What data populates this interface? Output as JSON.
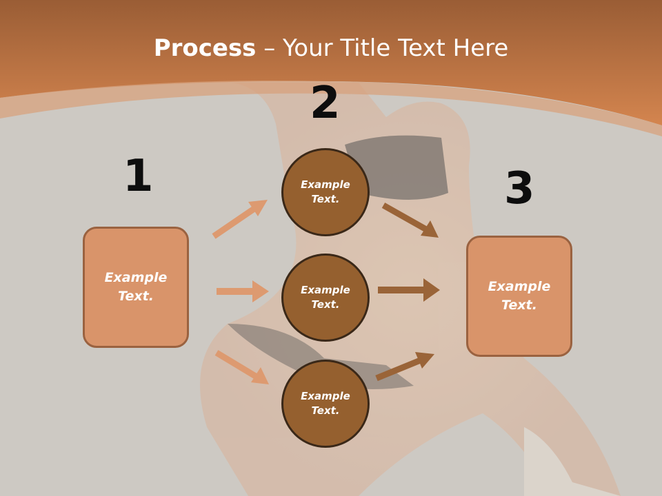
{
  "slide": {
    "title_bold": "Process",
    "title_rest": " – Your Title Text Here"
  },
  "steps": [
    "1",
    "2",
    "3"
  ],
  "left_box": {
    "line1": "Example",
    "line2": "Text."
  },
  "right_box": {
    "line1": "Example",
    "line2": "Text."
  },
  "circles": [
    {
      "line1": "Example",
      "line2": "Text."
    },
    {
      "line1": "Example",
      "line2": "Text."
    },
    {
      "line1": "Example",
      "line2": "Text."
    }
  ],
  "colors": {
    "header": "#c8804c",
    "box_fill": "#d9946a",
    "circle_fill": "#95602f",
    "arrow_light": "#dd9a70",
    "arrow_dark": "#9a6438"
  }
}
